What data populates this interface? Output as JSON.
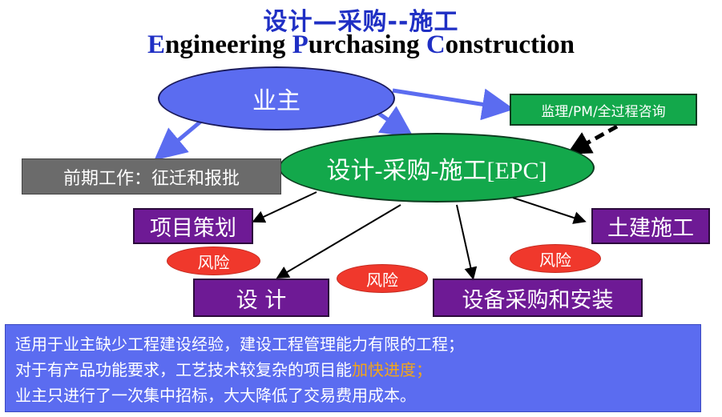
{
  "title": {
    "chinese": "设计—采购--施工",
    "english_parts": [
      {
        "cap": "E",
        "rest": "ngineering "
      },
      {
        "cap": "P",
        "rest": "urchasing "
      },
      {
        "cap": "C",
        "rest": "onstruction"
      }
    ]
  },
  "nodes": {
    "owner": "业主",
    "epc": "设计-采购-施工[EPC]",
    "supervision": "监理/PM/全过程咨询",
    "preliminary": "前期工作：征迁和报批",
    "planning": "项目策划",
    "design": "设 计",
    "equipment": "设备采购和安装",
    "civil": "土建施工"
  },
  "risks": [
    "风险",
    "风险",
    "风险"
  ],
  "description": {
    "line1": "适用于业主缺少工程建设经验，建设工程管理能力有限的工程；",
    "line2_prefix": "对于有产品功能要求，工艺技术较复杂的项目能",
    "line2_highlight": "加快进度；",
    "line3": "业主只进行了一次集中招标，大大降低了交易费用成本。"
  },
  "colors": {
    "title_blue": "#1f2fc4",
    "owner_fill": "#5b6cf0",
    "epc_fill": "#13a84b",
    "box_purple": "#6e1a95",
    "box_gray": "#6b6b6b",
    "risk_red": "#f0382c",
    "highlight_orange": "#f2a51a"
  }
}
